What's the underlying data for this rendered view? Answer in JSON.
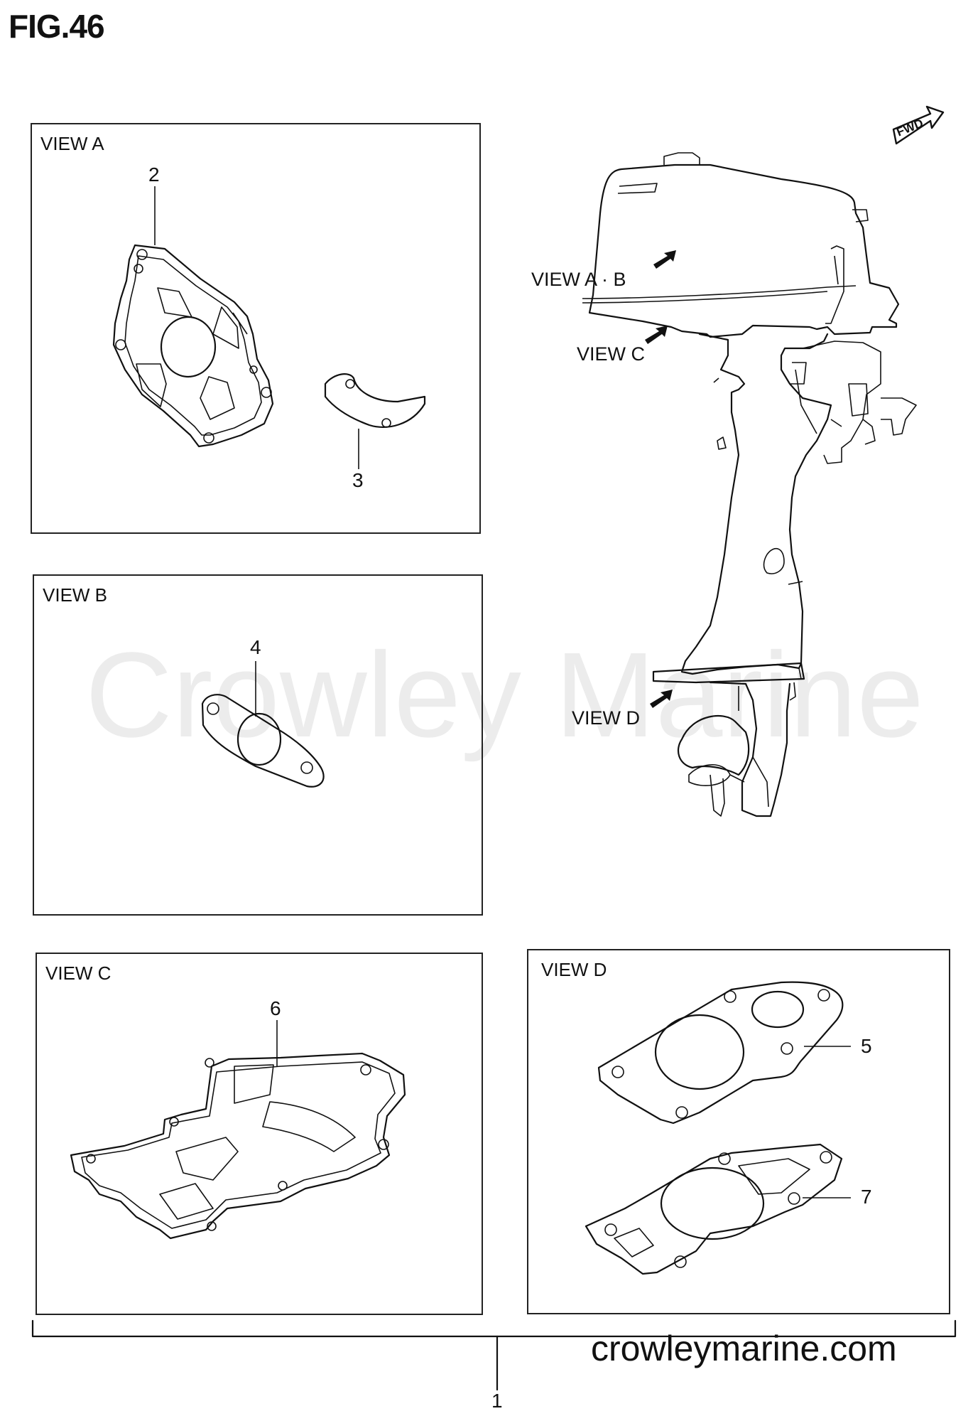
{
  "figure": {
    "title": "FIG.46"
  },
  "views": {
    "a": {
      "label": "VIEW A"
    },
    "b": {
      "label": "VIEW B"
    },
    "c": {
      "label": "VIEW C"
    },
    "d": {
      "label": "VIEW D"
    }
  },
  "engine_callouts": {
    "view_ab": "VIEW A · B",
    "view_c": "VIEW C",
    "view_d": "VIEW D",
    "fwd": "FWD"
  },
  "part_numbers": {
    "p1": "1",
    "p2": "2",
    "p3": "3",
    "p4": "4",
    "p5": "5",
    "p6": "6",
    "p7": "7"
  },
  "watermark": "Crowley Marine",
  "footer_site": "crowleymarine.com"
}
